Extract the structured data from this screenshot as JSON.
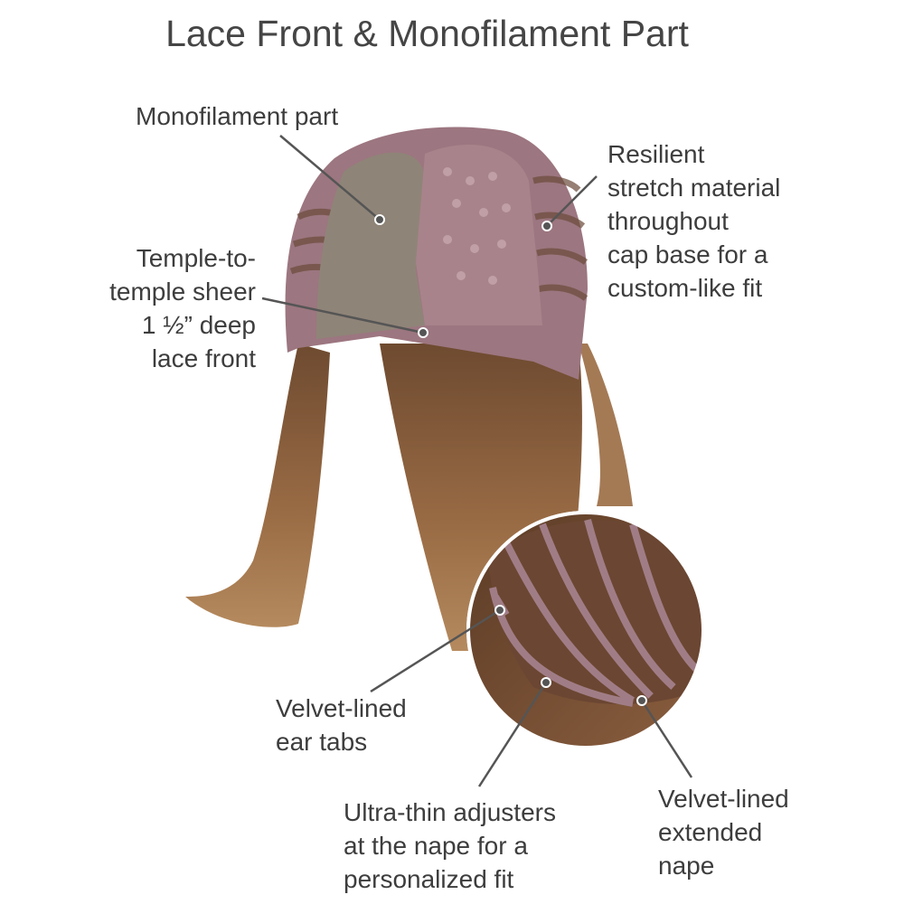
{
  "title": "Lace Front & Monofilament Part",
  "callouts": {
    "monofilament": [
      "Monofilament part"
    ],
    "stretch": [
      "Resilient",
      "stretch material",
      "throughout",
      "cap base for a",
      "custom-like fit"
    ],
    "lace": [
      "Temple-to-",
      "temple sheer",
      "1 ½” deep",
      "lace front"
    ],
    "ear_tabs": [
      "Velvet-lined",
      "ear tabs"
    ],
    "adjusters": [
      "Ultra-thin adjusters",
      "at the nape for a",
      "personalized fit"
    ],
    "nape": [
      "Velvet-lined",
      "extended",
      "nape"
    ]
  },
  "colors": {
    "cap": "#9c7680",
    "hair": "#8a5f3e",
    "lace": "#8f8478",
    "leader": "#555555"
  }
}
